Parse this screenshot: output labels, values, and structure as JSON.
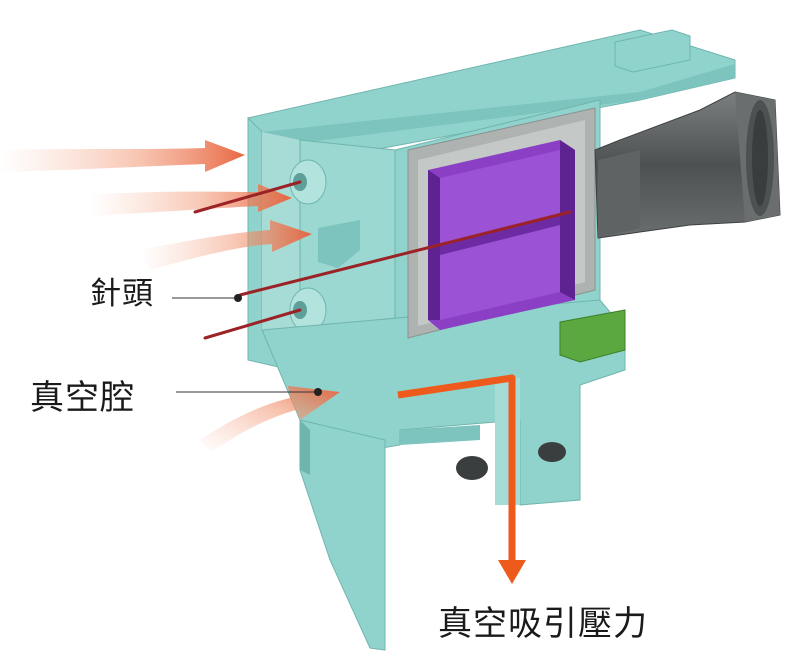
{
  "labels": {
    "needle": "針頭",
    "vacuum_cavity": "真空腔",
    "vacuum_suction": "真空吸引壓力"
  },
  "colors": {
    "housing": "#8fd3cc",
    "housing_shade": "#6fb5ae",
    "inner_wall": "#aeb3b2",
    "dark_nozzle": "#5c5f60",
    "magnet_purple": "#8a3fc4",
    "magnet_purple_dark": "#5e2390",
    "seal_green": "#5aa83f",
    "needle_red": "#9b2226",
    "airflow_orange": "#e86a3c",
    "suction_arrow": "#ee5a1c",
    "leader_line": "#333333"
  },
  "icons": [
    "airflow-arrow",
    "needle",
    "suction-arrow",
    "leader-dot"
  ]
}
